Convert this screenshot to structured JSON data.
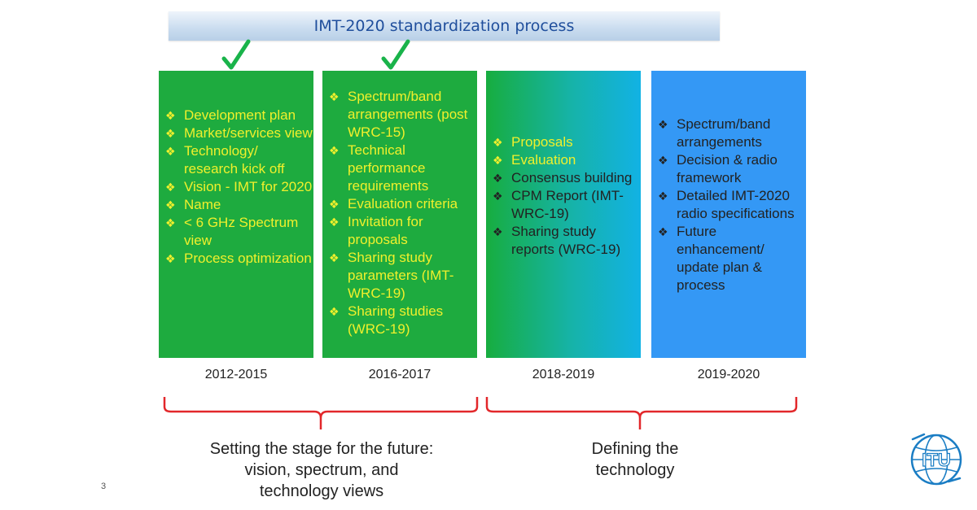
{
  "title": "IMT-2020 standardization process",
  "phases": [
    {
      "year": "2012-2015",
      "items": [
        "Development plan",
        "Market/services view",
        "Technology/ research kick off",
        "Vision - IMT for 2020",
        "Name",
        "< 6 GHz Spectrum view",
        "Process optimization"
      ]
    },
    {
      "year": "2016-2017",
      "items": [
        "Spectrum/band arrangements (post WRC-15)",
        "Technical performance requirements",
        "Evaluation criteria",
        "Invitation for proposals",
        "Sharing study parameters (IMT-WRC-19)",
        "Sharing studies (WRC-19)"
      ]
    },
    {
      "year": "2018-2019",
      "items": [
        "Proposals",
        "Evaluation",
        "Consensus building",
        "CPM Report (IMT-WRC-19)",
        "Sharing study reports (WRC-19)"
      ]
    },
    {
      "year": "2019-2020",
      "items": [
        "Spectrum/band arrangements",
        "Decision & radio framework",
        "Detailed IMT-2020 radio specifications",
        "Future enhancement/ update plan & process"
      ]
    }
  ],
  "groups": [
    {
      "caption": [
        "Setting the stage for the future:",
        "vision, spectrum, and",
        "technology views"
      ]
    },
    {
      "caption": [
        "Defining the",
        "technology"
      ]
    }
  ],
  "page_number": "3",
  "logo_text": "ITU",
  "colors": {
    "phase_green": "#1eab3f",
    "phase_blue": "#3498f5",
    "bullet_text_yellow": "#f0f02c",
    "check_green": "#19b34a",
    "brace_red": "#e2272a",
    "title_blue": "#1f4e9c"
  }
}
